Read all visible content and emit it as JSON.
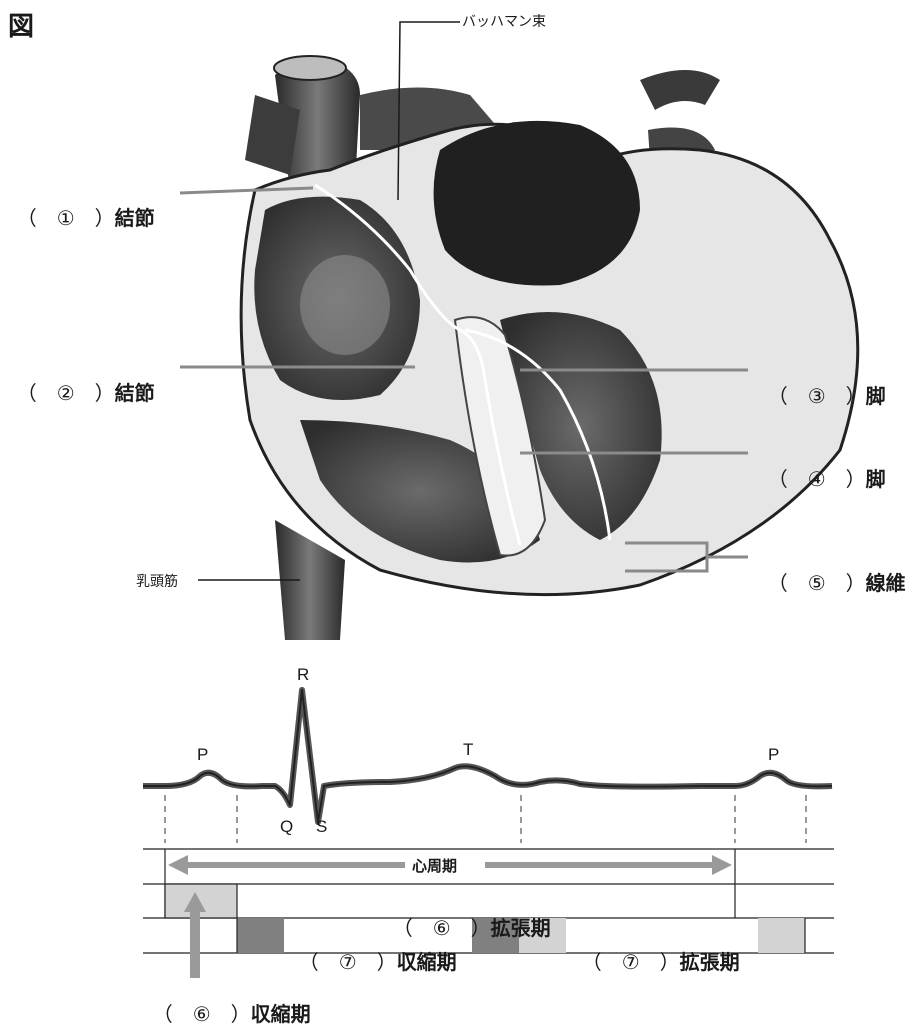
{
  "figure_title": "図",
  "heart_labels": {
    "bachmann": "バッハマン束",
    "papillary": "乳頭筋",
    "l1": {
      "paren": "（　①　）",
      "word": "結節"
    },
    "l2": {
      "paren": "（　②　）",
      "word": "結節"
    },
    "l3": {
      "paren": "（　③　）",
      "word": "脚"
    },
    "l4": {
      "paren": "（　④　）",
      "word": "脚"
    },
    "l5": {
      "paren": "（　⑤　）",
      "word": "線維"
    }
  },
  "ecg": {
    "waves": [
      "P",
      "R",
      "T",
      "P",
      "Q",
      "S"
    ]
  },
  "cycle": {
    "cardiac_cycle": "心周期",
    "row1_paren": "（　⑥　）",
    "row1_word": "拡張期",
    "row2a_paren": "（　⑦　）",
    "row2a_word": "収縮期",
    "row2b_paren": "（　⑦　）",
    "row2b_word": "拡張期",
    "bottom_paren": "（　⑥　）",
    "bottom_word": "収縮期"
  },
  "colors": {
    "dark_box": "#808080",
    "light_box": "#d3d3d3",
    "leader": "#8a8a8a"
  }
}
